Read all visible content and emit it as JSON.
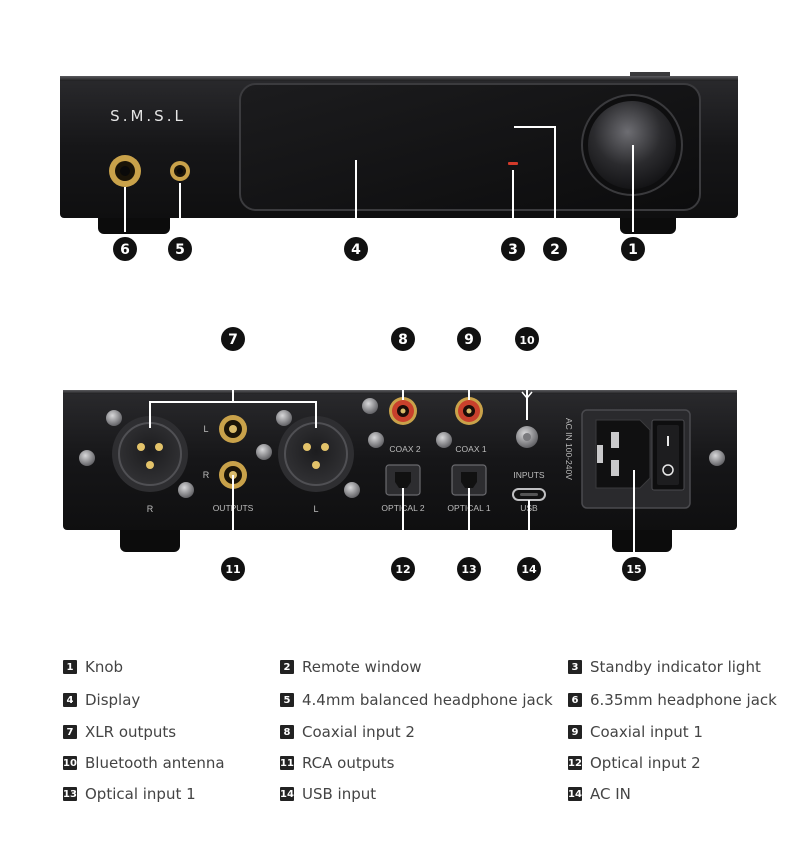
{
  "front": {
    "brand": "S.M.S.L",
    "callouts": [
      "1",
      "2",
      "3",
      "4",
      "5",
      "6"
    ]
  },
  "back": {
    "labels": {
      "xlr_left_side": "R",
      "xlr_right_side": "L",
      "rca_l": "L",
      "rca_r": "R",
      "outputs": "OUTPUTS",
      "coax2": "COAX 2",
      "coax1": "COAX 1",
      "optical2": "OPTICAL 2",
      "optical1": "OPTICAL 1",
      "inputs": "INPUTS",
      "usb": "USB",
      "ac_in": "AC IN 100-240V"
    },
    "callouts": [
      "7",
      "8",
      "9",
      "10",
      "11",
      "12",
      "13",
      "14",
      "15"
    ]
  },
  "legend": [
    {
      "num": "1",
      "label": "Knob"
    },
    {
      "num": "2",
      "label": "Remote window"
    },
    {
      "num": "3",
      "label": "Standby indicator light"
    },
    {
      "num": "4",
      "label": "Display"
    },
    {
      "num": "5",
      "label": "4.4mm balanced headphone jack"
    },
    {
      "num": "6",
      "label": "6.35mm headphone jack"
    },
    {
      "num": "7",
      "label": "XLR outputs"
    },
    {
      "num": "8",
      "label": "Coaxial input 2"
    },
    {
      "num": "9",
      "label": "Coaxial input 1"
    },
    {
      "num": "10",
      "label": "Bluetooth antenna"
    },
    {
      "num": "11",
      "label": "RCA outputs"
    },
    {
      "num": "12",
      "label": "Optical input 2"
    },
    {
      "num": "13",
      "label": "Optical input 1"
    },
    {
      "num": "14",
      "label": "USB input"
    },
    {
      "num": "14",
      "label": "AC IN"
    }
  ],
  "colors": {
    "chassis": "#1b1b1d",
    "callout_circle": "#111111",
    "rca_ring": "#c8402c",
    "gold": "#c9a24a"
  }
}
